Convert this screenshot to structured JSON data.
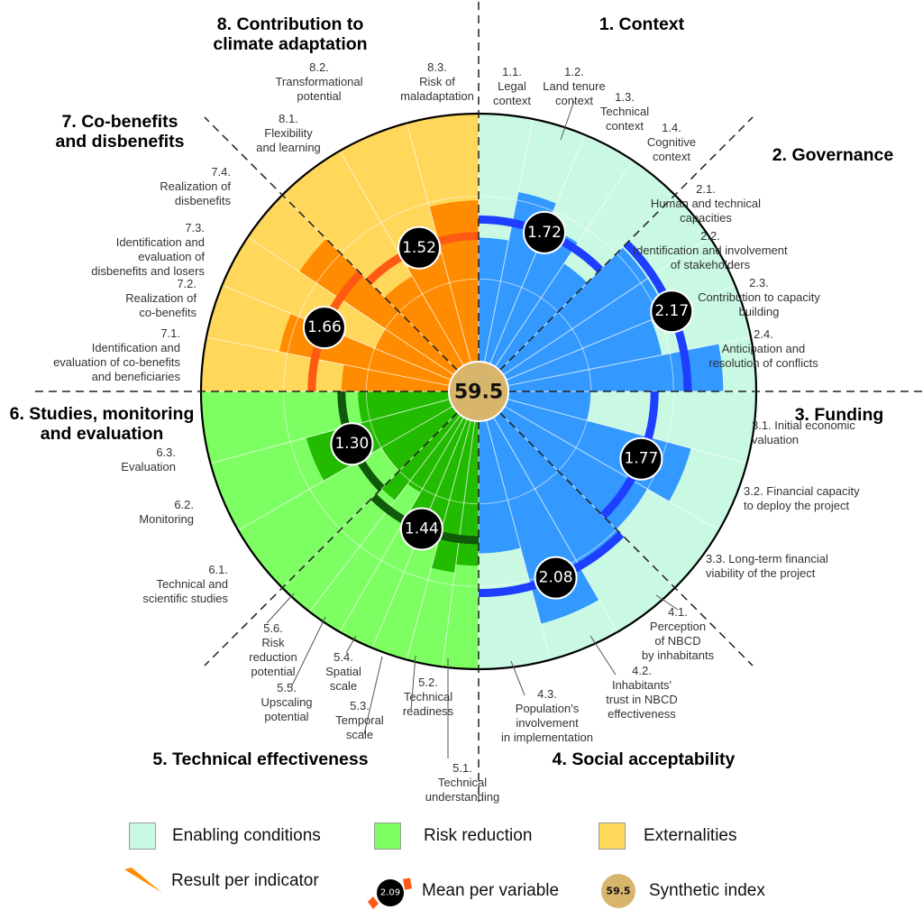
{
  "chart_data": {
    "type": "polar-bar",
    "title": "",
    "scale_range": [
      0,
      3
    ],
    "synthetic_index": "59.5",
    "grid_rings": [
      1,
      2,
      3
    ],
    "categories_legend": [
      {
        "key": "enabling",
        "label": "Enabling conditions",
        "light": "#C9F9E2",
        "bar": "#3399FF",
        "ring": "#1E3FFF"
      },
      {
        "key": "risk",
        "label": "Risk reduction",
        "light": "#7DFF63",
        "bar": "#22BB00",
        "ring": "#0F5A0A"
      },
      {
        "key": "externalities",
        "label": "Externalities",
        "light": "#FFD75A",
        "bar": "#FF8C00",
        "ring": "#FF5A14"
      }
    ],
    "sectors": [
      {
        "title": [
          "1. Context"
        ],
        "category": "enabling",
        "mean": 1.72,
        "mean_label": "1.72",
        "indicators": [
          {
            "label": [
              "1.1.",
              "Legal",
              "context"
            ],
            "value": 1.5
          },
          {
            "label": [
              "1.2.",
              "Land tenure",
              "context"
            ],
            "value": 2.1
          },
          {
            "label": [
              "1.3.",
              "Technical",
              "context"
            ],
            "value": 1.8
          },
          {
            "label": [
              "1.4.",
              "Cognitive",
              "context"
            ],
            "value": 1.5
          }
        ]
      },
      {
        "title": [
          "2. Governance"
        ],
        "category": "enabling",
        "mean": 2.17,
        "mean_label": "2.17",
        "indicators": [
          {
            "label": [
              "2.1.",
              "Human and technical",
              "capacities"
            ],
            "value": 2.1
          },
          {
            "label": [
              "2.2.",
              "Identification and involvement",
              "of stakeholders"
            ],
            "value": 2.1
          },
          {
            "label": [
              "2.3.",
              "Contribution to capacity",
              "building"
            ],
            "value": 1.9
          },
          {
            "label": [
              "2.4.",
              "Anticipation and",
              "resolution of conflicts"
            ],
            "value": 2.6
          }
        ]
      },
      {
        "title": [
          "3. Funding"
        ],
        "category": "enabling",
        "mean": 1.77,
        "mean_label": "1.77",
        "indicators": [
          {
            "label": [
              "3.1. Initial economic",
              "valuation"
            ],
            "value": 1.0
          },
          {
            "label": [
              "3.2. Financial capacity",
              "to deploy the project"
            ],
            "value": 2.3
          },
          {
            "label": [
              "3.3. Long-term financial",
              "viability of the project"
            ],
            "value": 2.0
          }
        ]
      },
      {
        "title": [
          "4. Social acceptability"
        ],
        "category": "enabling",
        "mean": 2.08,
        "mean_label": "2.08",
        "indicators": [
          {
            "label": [
              "4.1.",
              "Perception",
              "of NBCD",
              "by inhabitants"
            ],
            "value": 2.1
          },
          {
            "label": [
              "4.2.",
              "Inhabitants'",
              "trust in NBCD",
              "effectiveness"
            ],
            "value": 2.55
          },
          {
            "label": [
              "4.3.",
              "Population's",
              "involvement",
              "in implementation"
            ],
            "value": 1.6
          }
        ]
      },
      {
        "title": [
          "5. Technical effectiveness"
        ],
        "category": "risk",
        "mean": 1.44,
        "mean_label": "1.44",
        "indicators": [
          {
            "label": [
              "5.1.",
              "Technical",
              "understanding"
            ],
            "value": 1.75
          },
          {
            "label": [
              "5.2.",
              "Technical",
              "readiness"
            ],
            "value": 1.85
          },
          {
            "label": [
              "5.3.",
              "Temporal",
              "scale"
            ],
            "value": 1.4
          },
          {
            "label": [
              "5.4.",
              "Spatial",
              "scale"
            ],
            "value": 1.3
          },
          {
            "label": [
              "5.5.",
              "Upscaling",
              "potential"
            ],
            "value": 1.05
          },
          {
            "label": [
              "5.6.",
              "Risk",
              "reduction",
              "potential"
            ],
            "value": 1.3
          }
        ]
      },
      {
        "title": [
          "6. Studies, monitoring",
          "and evaluation"
        ],
        "category": "risk",
        "mean": 1.3,
        "mean_label": "1.30",
        "indicators": [
          {
            "label": [
              "6.1.",
              "Technical and",
              "scientific studies"
            ],
            "value": 1.0
          },
          {
            "label": [
              "6.2.",
              "Monitoring"
            ],
            "value": 1.8
          },
          {
            "label": [
              "6.3.",
              "Evaluation"
            ],
            "value": 1.1
          }
        ]
      },
      {
        "title": [
          "7. Co-benefits",
          "and disbenefits"
        ],
        "category": "externalities",
        "mean": 1.66,
        "mean_label": "1.66",
        "indicators": [
          {
            "label": [
              "7.1.",
              "Identification and",
              "evaluation of co-benefits",
              "and beneficiaries"
            ],
            "value": 1.3
          },
          {
            "label": [
              "7.2.",
              "Realization of",
              "co-benefits"
            ],
            "value": 2.1
          },
          {
            "label": [
              "7.3.",
              "Identification and",
              "evaluation of",
              "disbenefits and losers"
            ],
            "value": 1.0
          },
          {
            "label": [
              "7.4.",
              "Realization of",
              "disbenefits"
            ],
            "value": 2.25
          }
        ]
      },
      {
        "title": [
          "8. Contribution to",
          "climate adaptation"
        ],
        "category": "externalities",
        "mean": 1.52,
        "mean_label": "1.52",
        "indicators": [
          {
            "label": [
              "8.1.",
              "Flexibility",
              "and learning"
            ],
            "value": 1.25
          },
          {
            "label": [
              "8.2.",
              "Transformational",
              "potential"
            ],
            "value": 1.36
          },
          {
            "label": [
              "8.3.",
              "Risk of",
              "maladaptation"
            ],
            "value": 1.95
          }
        ]
      }
    ]
  },
  "legend": {
    "enabling": "Enabling conditions",
    "risk": "Risk reduction",
    "externalities": "Externalities",
    "result": "Result per indicator",
    "mean": "Mean per variable",
    "mean_example": "2.09",
    "index": "Synthetic index",
    "index_example": "59.5"
  }
}
